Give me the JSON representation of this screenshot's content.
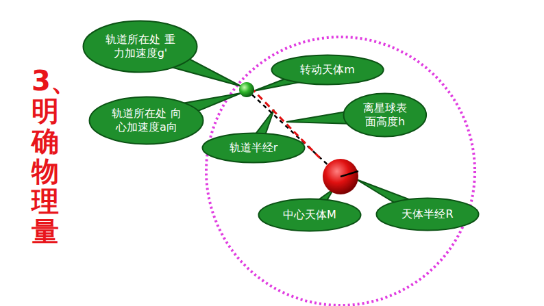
{
  "diagram": {
    "title": "3、明确物理量",
    "nodes": [
      {
        "text": [
          "轨道所在处 重力加速度g'"
        ]
      },
      {
        "text": [
          "转动天体m"
        ]
      },
      {
        "text": [
          "轨道所在处 向心加速度a向"
        ]
      },
      {
        "text": [
          "离星球表 面高度h"
        ]
      },
      {
        "text": [
          "轨道半经r"
        ]
      },
      {
        "text": [
          "中心天体M"
        ]
      },
      {
        "text": [
          "天体半经R"
        ]
      }
    ]
  }
}
